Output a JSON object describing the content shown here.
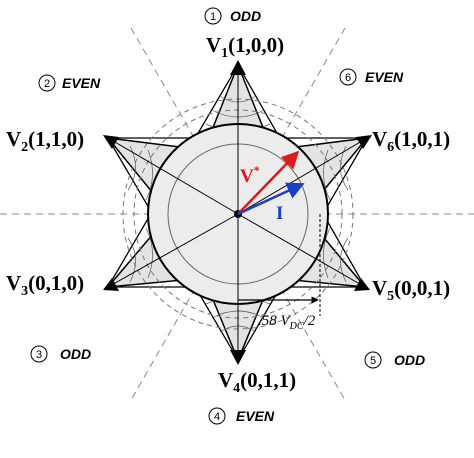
{
  "vectors": [
    {
      "id": "v1",
      "name": "V",
      "sub": "1",
      "state": "(1,0,0)"
    },
    {
      "id": "v2",
      "name": "V",
      "sub": "2",
      "state": "(1,1,0)"
    },
    {
      "id": "v3",
      "name": "V",
      "sub": "3",
      "state": "(0,1,0)"
    },
    {
      "id": "v4",
      "name": "V",
      "sub": "4",
      "state": "(0,1,1)"
    },
    {
      "id": "v5",
      "name": "V",
      "sub": "5",
      "state": "(0,0,1)"
    },
    {
      "id": "v6",
      "name": "V",
      "sub": "6",
      "state": "(1,0,1)"
    }
  ],
  "sectors": [
    {
      "id": "s1",
      "number": "1",
      "label": "ODD"
    },
    {
      "id": "s2",
      "number": "2",
      "label": "EVEN"
    },
    {
      "id": "s3",
      "number": "3",
      "label": "ODD"
    },
    {
      "id": "s4",
      "number": "4",
      "label": "EVEN"
    },
    {
      "id": "s5",
      "number": "5",
      "label": "ODD"
    },
    {
      "id": "s6",
      "number": "6",
      "label": "EVEN"
    }
  ],
  "reference_vector": {
    "label": "V",
    "sup": "*",
    "color": "#e0191e"
  },
  "current_vector": {
    "label": "I",
    "color": "#1a3fc4"
  },
  "dimension": {
    "prefix": ".58 ",
    "v": "V",
    "sub": "DC",
    "suffix": "/2"
  },
  "colors": {
    "fill": "#e6e6e6",
    "lines": "#000000",
    "dashed": "#666666"
  }
}
